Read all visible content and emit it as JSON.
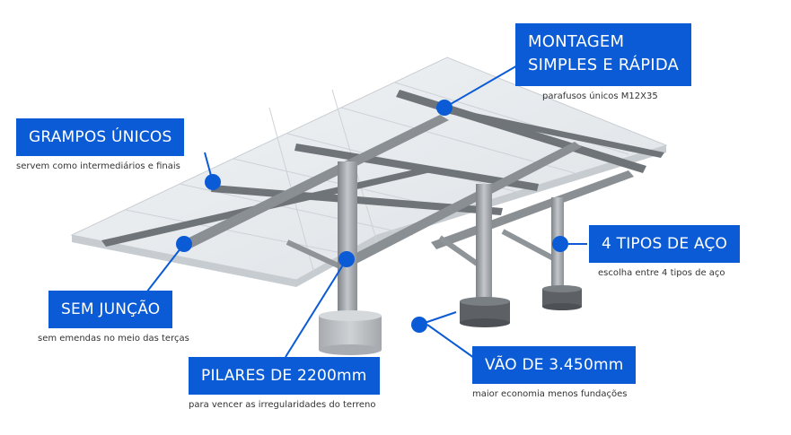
{
  "callouts": {
    "montagem": {
      "title": "MONTAGEM\nSIMPLES E RÁPIDA",
      "subtitle": "parafusos únicos M12X35"
    },
    "grampos": {
      "title": "GRAMPOS ÚNICOS",
      "subtitle": "servem como intermediários e finais"
    },
    "tipos": {
      "title": "4 TIPOS DE AÇO",
      "subtitle": "escolha entre 4 tipos de aço"
    },
    "juncao": {
      "title": "SEM JUNÇÃO",
      "subtitle": "sem emendas no meio das terças"
    },
    "pilares": {
      "title": "PILARES DE 2200mm",
      "subtitle": "para vencer as irregularidades do terreno"
    },
    "vao": {
      "title": "VÃO DE 3.450mm",
      "subtitle": "maior economia menos fundações"
    }
  },
  "colors": {
    "accent": "#0b5bd6",
    "panel": "#e7ebef",
    "steel": "#9ea3a8",
    "concrete": "#b9bcbf",
    "dark_base": "#5d6166"
  }
}
